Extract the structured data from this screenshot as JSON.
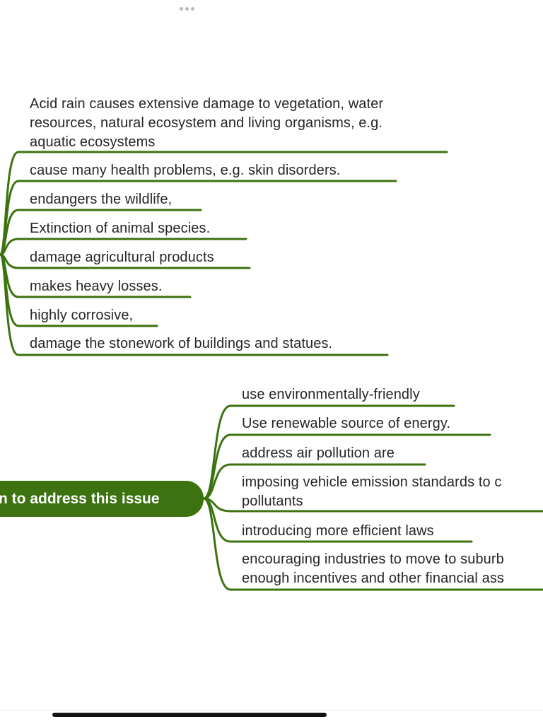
{
  "colors": {
    "branch": "#3c720f",
    "text": "#262626",
    "background": "#ffffff"
  },
  "effects": {
    "items": [
      {
        "text": "Acid rain causes extensive damage to vegetation, water\nresources, natural ecosystem and living organisms, e.g.\naquatic ecosystems"
      },
      {
        "text": "cause many health problems, e.g. skin disorders."
      },
      {
        "text": "endangers the wildlife,"
      },
      {
        "text": "Extinction of animal species."
      },
      {
        "text": "damage agricultural products"
      },
      {
        "text": "makes heavy losses."
      },
      {
        "text": "highly corrosive,"
      },
      {
        "text": "damage the stonework of buildings and statues."
      }
    ]
  },
  "solutions": {
    "label": "n to address this issue",
    "items": [
      {
        "text": "use environmentally-friendly"
      },
      {
        "text": "Use renewable source of energy."
      },
      {
        "text": "address air pollution are"
      },
      {
        "text": "imposing vehicle emission standards to c\npollutants"
      },
      {
        "text": "introducing more efficient laws"
      },
      {
        "text": "encouraging industries to move to suburb\nenough incentives and other financial ass"
      }
    ]
  }
}
